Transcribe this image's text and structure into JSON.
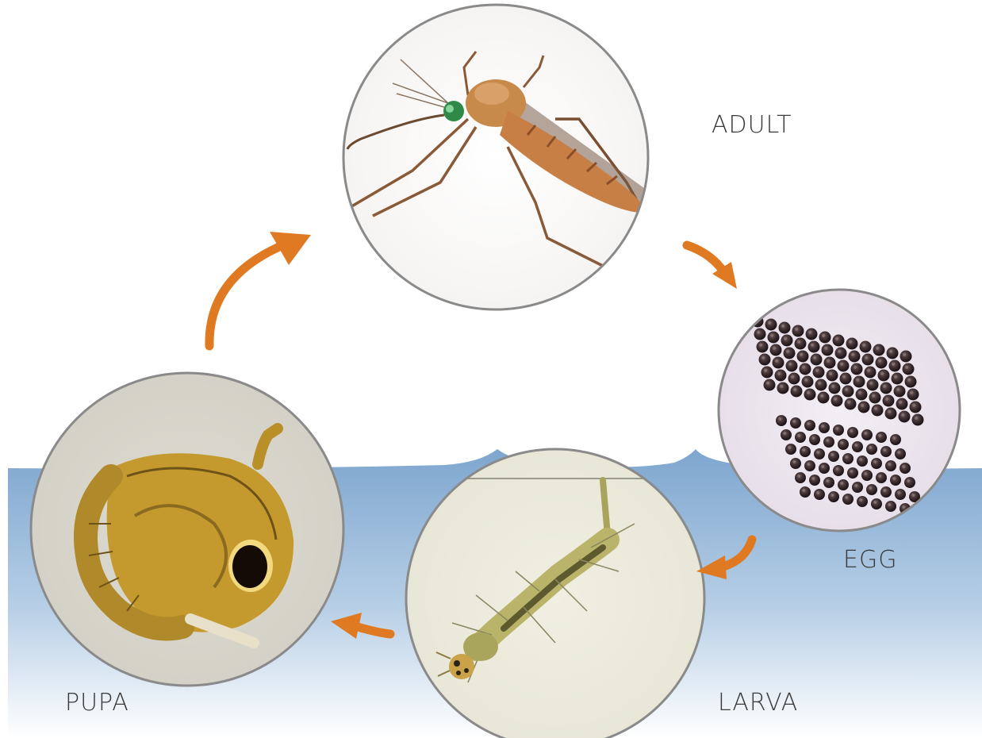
{
  "stages": {
    "adult": "ADULT",
    "egg": "EGG",
    "larva": "LARVA",
    "pupa": "PUPA"
  },
  "colors": {
    "arrow": "#e07a22",
    "water_top": "#7ea6cf",
    "water_bottom": "#ffffff",
    "circle_border": "#8a8a8a",
    "label_text": "#3a3a3a"
  },
  "icons": [
    "adult-mosquito-icon",
    "egg-raft-icon",
    "larva-icon",
    "pupa-icon",
    "cycle-arrow-icon"
  ]
}
